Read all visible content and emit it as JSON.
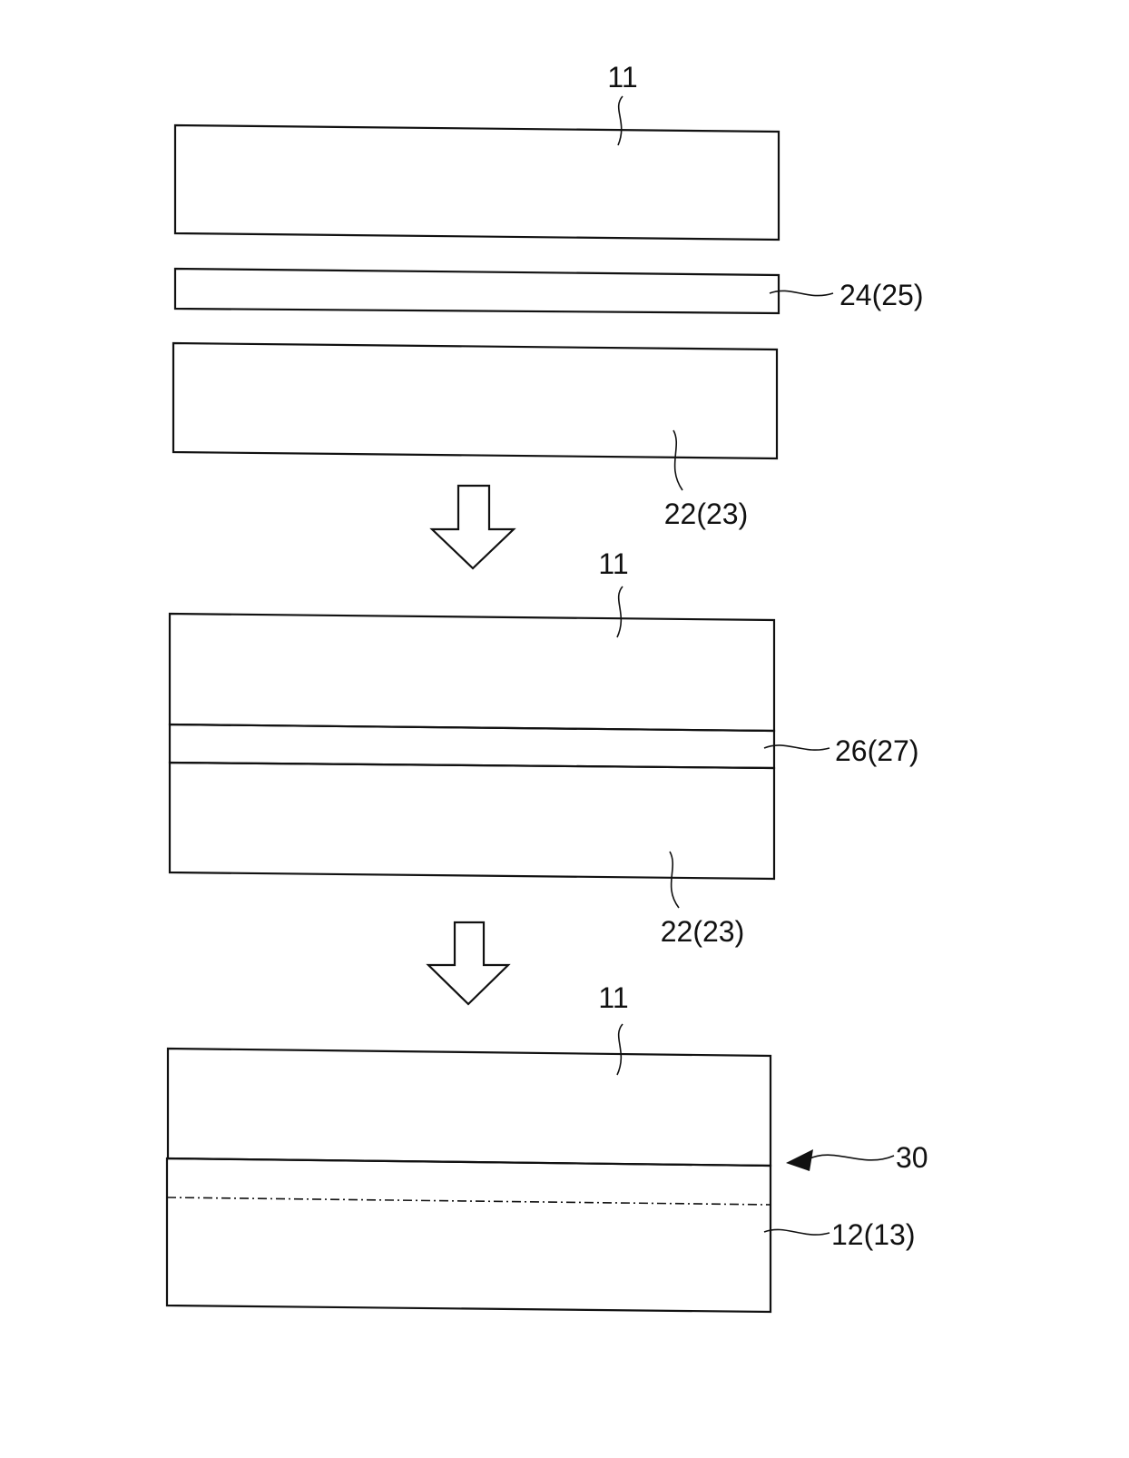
{
  "labels": {
    "stage1_top": "11",
    "stage1_middle": "24(25)",
    "stage1_bottom": "22(23)",
    "stage2_top": "11",
    "stage2_middle": "26(27)",
    "stage2_bottom": "22(23)",
    "stage3_top": "11",
    "stage3_assembly": "30",
    "stage3_bottom": "12(13)"
  }
}
